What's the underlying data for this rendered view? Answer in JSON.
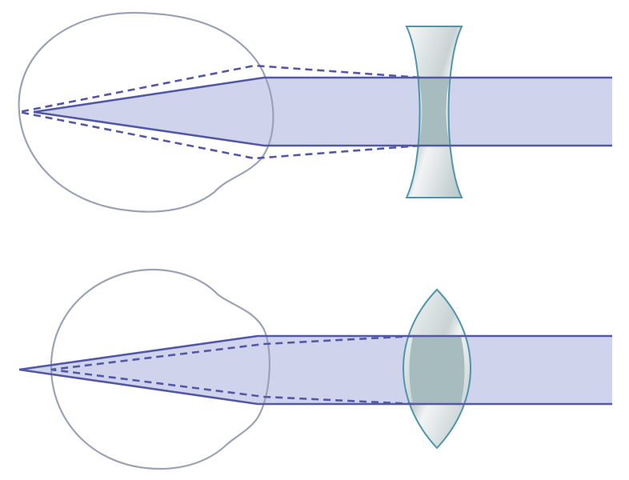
{
  "diagram": {
    "panels": [
      {
        "id": "myopia-correction",
        "lens_type": "concave (diverging) lens",
        "eye_shape": "elongated eyeball"
      },
      {
        "id": "hyperopia-correction",
        "lens_type": "convex (converging) lens",
        "eye_shape": "shortened eyeball"
      }
    ],
    "colors": {
      "eye_outline": "#9aa3b5",
      "beam_fill": "#cfd4ec",
      "ray_stroke": "#5358a6",
      "lens_edge": "#4e95ab",
      "lens_highlight": "#f4f5f5",
      "lens_core": "#a6bcbe",
      "background": "#ffffff"
    }
  }
}
